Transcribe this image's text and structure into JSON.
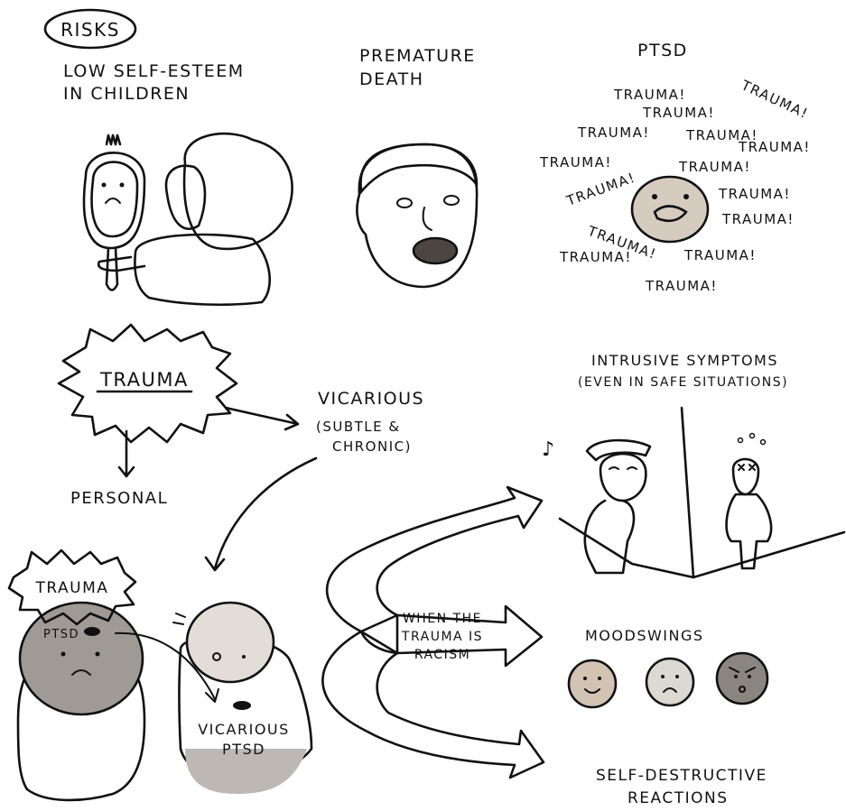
{
  "risks": {
    "title": "RISKS",
    "low_self_esteem": [
      "LOW SELF-ESTEEM",
      "IN CHILDREN"
    ],
    "premature_death": [
      "PREMATURE",
      "DEATH"
    ],
    "ptsd": "PTSD",
    "trauma_cloud": [
      "TRAUMA!",
      "TRAUMA!",
      "TRAUMA!",
      "TRAUMA!",
      "TRAUMA!",
      "TRAUMA!",
      "TRAUMA!",
      "TRAUMA!",
      "TRAUMA!",
      "TRAUMA!",
      "TRAUMA!",
      "TRAUMA!",
      "TRAUMA!",
      "TRAUMA!",
      "TRAUMA!"
    ]
  },
  "flow": {
    "trauma": "TRAUMA",
    "personal": "PERSONAL",
    "vicarious": [
      "VICARIOUS",
      "(SUBTLE &",
      "CHRONIC)"
    ],
    "trauma_small": "TRAUMA",
    "ptsd_small": "PTSD",
    "vicarious_ptsd": [
      "VICARIOUS",
      "PTSD"
    ],
    "when": [
      "WHEN THE",
      "TRAUMA IS",
      "RACISM"
    ]
  },
  "outcomes": {
    "intrusive": [
      "INTRUSIVE SYMPTOMS",
      "(EVEN IN SAFE SITUATIONS)"
    ],
    "moodswings": "MOODSWINGS",
    "self_destructive": [
      "SELF-DESTRUCTIVE",
      "REACTIONS"
    ]
  }
}
